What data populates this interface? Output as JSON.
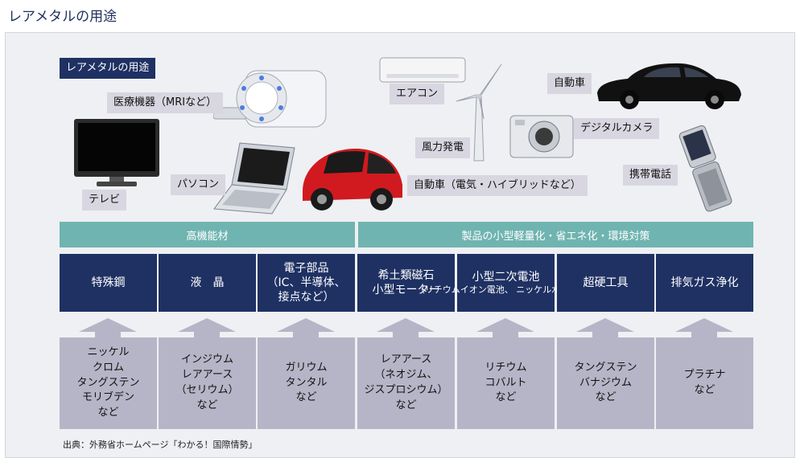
{
  "title": "レアメタルの用途",
  "illustration": {
    "heading": "レアメタルの用途",
    "items": {
      "mri": "医療機器（MRIなど）",
      "tv": "テレビ",
      "pc": "パソコン",
      "aircon": "エアコン",
      "wind": "風力発電",
      "ev": "自動車（電気・ハイブリッドなど）",
      "camera": "デジタルカメラ",
      "car": "自動車",
      "phone": "携帯電話"
    }
  },
  "banners": {
    "left": "高機能材",
    "right": "製品の小型軽量化・省エネ化・環境対策"
  },
  "columns": [
    {
      "top": "特殊鋼",
      "bottom": "ニッケル\nクロム\nタングステン\nモリブデン\nなど"
    },
    {
      "top": "液　晶",
      "bottom": "インジウム\nレアアース\n（セリウム）\nなど"
    },
    {
      "top": "電子部品\n（IC、半導体、\n接点など）",
      "bottom": "ガリウム\nタンタル\nなど"
    },
    {
      "top": "希土類磁石\n小型モーター",
      "bottom": "レアアース\n（ネオジム、\nジスプロシウム）\nなど"
    },
    {
      "top": "小型二次電池",
      "top_sub": "（リチウムイオン電池、\nニッケル水素電池）",
      "bottom": "リチウム\nコバルト\nなど"
    },
    {
      "top": "超硬工具",
      "bottom": "タングステン\nバナジウム\nなど"
    },
    {
      "top": "排気ガス浄化",
      "bottom": "プラチナ\nなど"
    }
  ],
  "source": "出典：外務省ホームページ「わかる！国際情勢」",
  "colors": {
    "navy": "#1f3163",
    "teal": "#6fb4b0",
    "lavender": "#b6b5c7",
    "label_bg": "#d8d6e0",
    "panel": "#eef0f3"
  }
}
